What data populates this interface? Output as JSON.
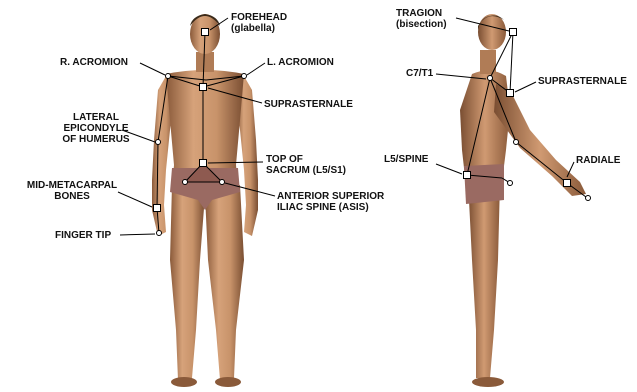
{
  "front_view": {
    "labels": {
      "forehead": "FOREHEAD",
      "forehead_sub": "(glabella)",
      "r_acromion": "R. ACROMION",
      "l_acromion": "L. ACROMION",
      "suprasternale": "SUPRASTERNALE",
      "lateral_epicondyle_1": "LATERAL",
      "lateral_epicondyle_2": "EPICONDYLE",
      "lateral_epicondyle_3": "OF HUMERUS",
      "top_sacrum_1": "TOP OF",
      "top_sacrum_2": "SACRUM (L5/S1)",
      "mid_metacarpal_1": "MID-METACARPAL",
      "mid_metacarpal_2": "BONES",
      "asis_1": "ANTERIOR SUPERIOR",
      "asis_2": "ILIAC SPINE (ASIS)",
      "finger_tip": "FINGER TIP"
    }
  },
  "side_view": {
    "labels": {
      "tragion": "TRAGION",
      "tragion_sub": "(bisection)",
      "c7_t1": "C7/T1",
      "suprasternale": "SUPRASTERNALE",
      "l5_spine": "L5/SPINE",
      "radiale": "RADIALE"
    }
  },
  "colors": {
    "skin": "#c8936a",
    "skin_shadow": "#8a5a3a",
    "hair": "#3a2a1a",
    "trunks": "#9a6a62",
    "lines": "#000000"
  }
}
